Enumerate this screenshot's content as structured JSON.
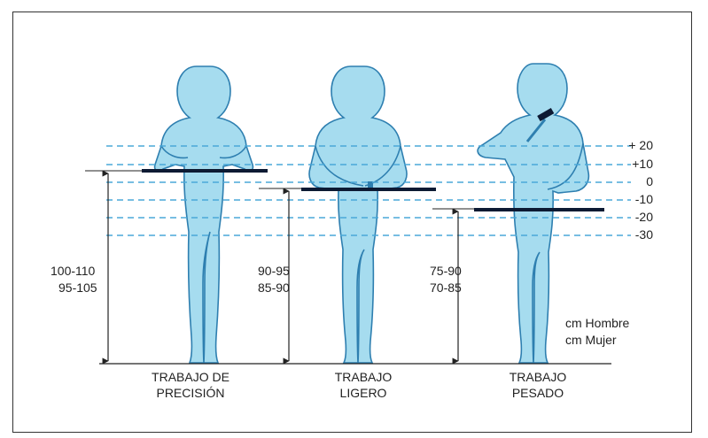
{
  "colors": {
    "body_fill": "#a6dcef",
    "body_stroke": "#2e7fb0",
    "guide_line": "#4aa8d8",
    "work_surface": "#0d1a33",
    "axis": "#222222"
  },
  "levels": [
    {
      "label": "+ 20",
      "value": 20
    },
    {
      "label": "+10",
      "value": 10
    },
    {
      "label": "0",
      "value": 0
    },
    {
      "label": "-10",
      "value": -10
    },
    {
      "label": "-20",
      "value": -20
    },
    {
      "label": "-30",
      "value": -30
    }
  ],
  "workstations": [
    {
      "title_line1": "TRABAJO DE",
      "title_line2": "PRECISIÓN",
      "height_men": "100-110",
      "height_women": "95-105"
    },
    {
      "title_line1": "TRABAJO",
      "title_line2": "LIGERO",
      "height_men": "90-95",
      "height_women": "85-90"
    },
    {
      "title_line1": "TRABAJO",
      "title_line2": "PESADO",
      "height_men": "75-90",
      "height_women": "70-85"
    }
  ],
  "legend": {
    "men": "cm Hombre",
    "women": "cm Mujer"
  },
  "icons": {
    "figure": "human-silhouette-icon",
    "tool": "hammer-icon"
  }
}
